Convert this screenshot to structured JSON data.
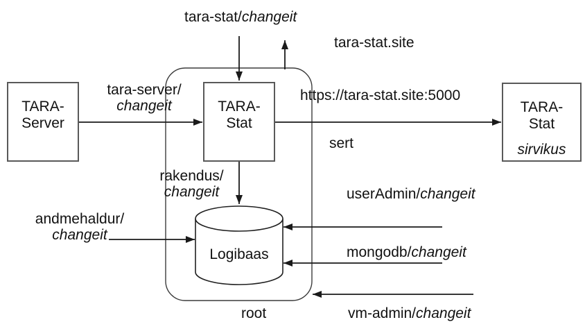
{
  "diagram": {
    "nodes": {
      "tara_server": {
        "line1": "TARA-",
        "line2": "Server"
      },
      "tara_stat": {
        "line1": "TARA-",
        "line2": "Stat"
      },
      "tara_stat_sirvikus": {
        "line1": "TARA-",
        "line2": "Stat",
        "role": "sirvikus"
      },
      "logibaas": {
        "label": "Logibaas"
      },
      "container_root": {
        "label": "root"
      }
    },
    "labels": {
      "tara_stat_cred": {
        "user": "tara-stat/",
        "secret": "changeit"
      },
      "tara_stat_site": {
        "text": "tara-stat.site"
      },
      "tara_server_cred": {
        "user": "tara-server/",
        "secret": "changeit"
      },
      "stat_url": {
        "text": "https://tara-stat.site:5000"
      },
      "sert": {
        "text": "sert"
      },
      "rakendus_cred": {
        "user": "rakendus/",
        "secret": "changeit"
      },
      "andmehaldur_cred": {
        "user": "andmehaldur/",
        "secret": "changeit"
      },
      "useradmin_cred": {
        "user": "userAdmin/",
        "secret": "changeit"
      },
      "mongodb_cred": {
        "user": "mongodb/",
        "secret": "changeit"
      },
      "vmadmin_cred": {
        "user": "vm-admin/",
        "secret": "changeit"
      }
    },
    "colors": {
      "background": "#ffffff",
      "box_border": "#595959",
      "shape_stroke": "#3b3b3b",
      "arrow": "#1a1a1a",
      "text": "#111111"
    }
  }
}
